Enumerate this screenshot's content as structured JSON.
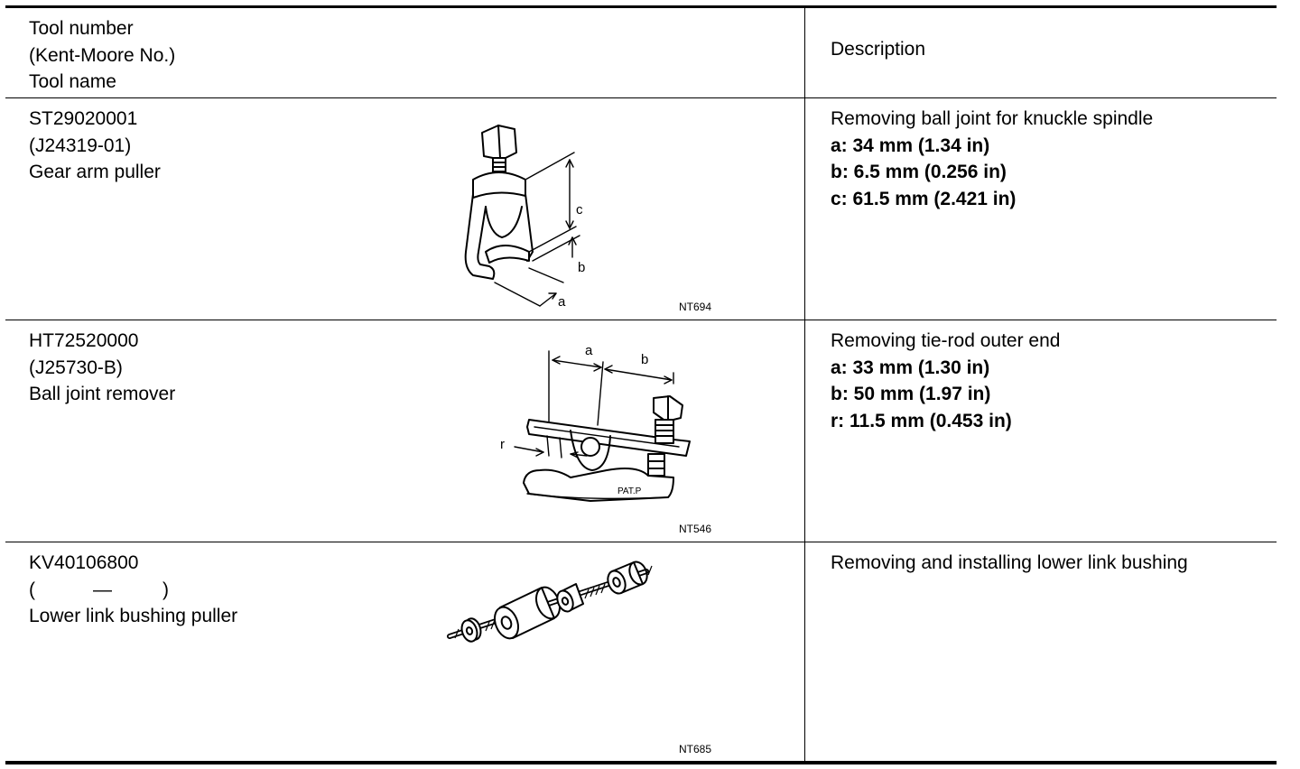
{
  "header": {
    "col1_line1": "Tool number",
    "col1_line2": "(Kent-Moore No.)",
    "col1_line3": "Tool name",
    "col2": "Description"
  },
  "tools": [
    {
      "number": "ST29020001",
      "kent_moore": "(J24319-01)",
      "name": "Gear arm puller",
      "figure_code": "NT694",
      "figure_labels": {
        "a": "a",
        "b": "b",
        "c": "c"
      },
      "description": "Removing ball joint for knuckle spindle",
      "specs": [
        "a: 34 mm (1.34 in)",
        "b: 6.5 mm (0.256 in)",
        "c: 61.5 mm (2.421 in)"
      ]
    },
    {
      "number": "HT72520000",
      "kent_moore": "(J25730-B)",
      "name": "Ball joint remover",
      "figure_code": "NT546",
      "figure_labels": {
        "a": "a",
        "b": "b",
        "r": "r",
        "stamp": "PAT.P"
      },
      "description": "Removing tie-rod outer end",
      "specs": [
        "a: 33 mm (1.30 in)",
        "b: 50 mm (1.97 in)",
        "r: 11.5 mm (0.453 in)"
      ]
    },
    {
      "number": "KV40106800",
      "kent_moore_open": "(",
      "kent_moore_dash": "—",
      "kent_moore_close": ")",
      "name": "Lower link bushing puller",
      "figure_code": "NT685",
      "description": "Removing and installing lower link bushing"
    }
  ]
}
